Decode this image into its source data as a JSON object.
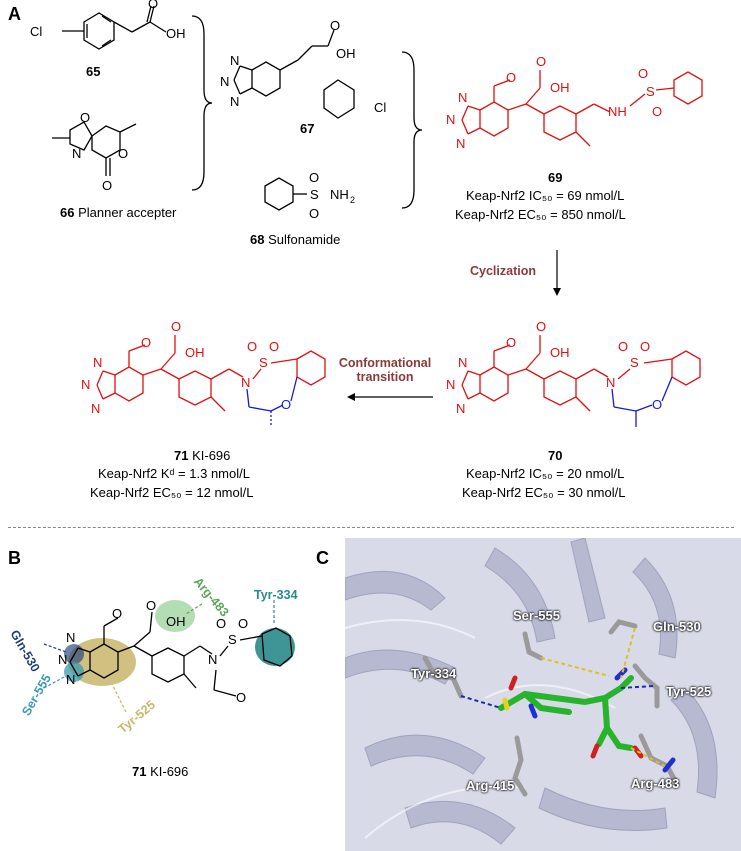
{
  "panels": {
    "a": "A",
    "b": "B",
    "c": "C"
  },
  "compounds": {
    "c65": {
      "num": "65"
    },
    "c66": {
      "num": "66",
      "desc": "Planner accepter"
    },
    "c67": {
      "num": "67"
    },
    "c68": {
      "num": "68",
      "desc": "Sulfonamide"
    },
    "c69": {
      "num": "69",
      "ic50": "Keap-Nrf2 IC₅₀ = 69 nmol/L",
      "ec50": "Keap-Nrf2 EC₅₀ = 850 nmol/L"
    },
    "c70": {
      "num": "70",
      "ic50": "Keap-Nrf2 IC₅₀ = 20 nmol/L",
      "ec50": "Keap-Nrf2 EC₅₀ = 30 nmol/L"
    },
    "c71": {
      "num": "71",
      "name": "KI-696",
      "kd": "Keap-Nrf2 Kᵈ = 1.3 nmol/L",
      "ec50": "Keap-Nrf2 EC₅₀ = 12 nmol/L"
    }
  },
  "steps": {
    "cyclization": "Cyclization",
    "conformational_1": "Conformational",
    "conformational_2": "transition"
  },
  "panel_b": {
    "compound_num": "71",
    "compound_name": "KI-696",
    "residues": [
      "Gln-530",
      "Ser-555",
      "Tyr-525",
      "Arg-483",
      "Tyr-334"
    ]
  },
  "panel_c": {
    "residues": [
      "Ser-555",
      "Gln-530",
      "Tyr-334",
      "Tyr-525",
      "Arg-415",
      "Arg-483"
    ]
  },
  "colors": {
    "accent_red": "#e01010",
    "step_brown": "#8b3a3a",
    "ring_blue": "#1a1ad0",
    "gln530": "#1f3f7a",
    "ser555": "#3a9ab0",
    "tyr525": "#c8b66a",
    "arg483": "#5aa55a",
    "tyr334": "#2a8a8a",
    "protein_bg": "#d8dae8"
  }
}
